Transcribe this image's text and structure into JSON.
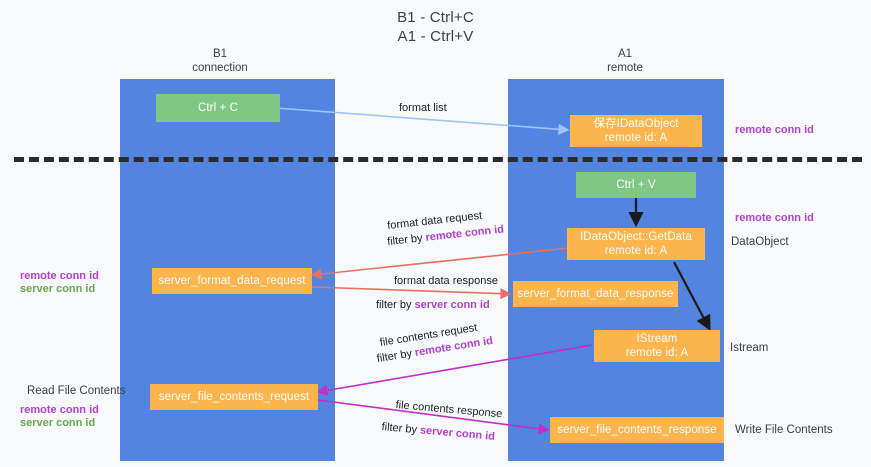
{
  "title": {
    "line1": "B1 - Ctrl+C",
    "line2": "A1 - Ctrl+V"
  },
  "columns": [
    {
      "name": "B1",
      "sub": "connection"
    },
    {
      "name": "A1",
      "sub": "remote"
    }
  ],
  "colors": {
    "lane": "#5284e0",
    "node_orange": "#fcb44d",
    "node_green": "#81c784",
    "arrow_blue": "#9fc5f8",
    "arrow_red": "#e8705f",
    "arrow_magenta": "#c42fc4",
    "arrow_black": "#1a1a1a",
    "accent_purple": "#b33fcf",
    "accent_green": "#6aa84f",
    "divider": "#2b2b2b"
  },
  "nodes": {
    "ctrl_c": {
      "line1": "Ctrl + C",
      "line2": ""
    },
    "ctrl_v": {
      "line1": "Ctrl + V",
      "line2": ""
    },
    "save_dataobject": {
      "line1": "保存IDataObject",
      "line2": "remote id: A"
    },
    "getdata": {
      "line1": "IDataObject::GetData",
      "line2": "remote id: A"
    },
    "istream": {
      "line1": "IStream",
      "line2": "remote id: A"
    },
    "server_format_data_request": {
      "line1": "server_format_data_request",
      "line2": ""
    },
    "server_format_data_response": {
      "line1": "server_format_data_response",
      "line2": ""
    },
    "server_file_contents_request": {
      "line1": "server_file_contents_request",
      "line2": ""
    },
    "server_file_contents_response": {
      "line1": "server_file_contents_response",
      "line2": ""
    }
  },
  "edge_labels": {
    "format_list": "format list",
    "format_data_request": "format data request",
    "format_data_request_filter_prefix": "filter by ",
    "format_data_request_filter_key": "remote conn id",
    "format_data_response": "format data response",
    "format_data_response_filter_prefix": "filter by ",
    "format_data_response_filter_key": "server conn id",
    "file_contents_request": "file contents request",
    "file_contents_request_filter_prefix": "filter by ",
    "file_contents_request_filter_key": "remote conn id",
    "file_contents_response": "file contents response",
    "file_contents_response_filter_prefix": "filter by ",
    "file_contents_response_filter_key": "server conn id"
  },
  "side_labels": {
    "right_top_remote_conn_id": "remote conn id",
    "right_mid_remote_conn_id": "remote conn id",
    "right_dataobject": "DataObject",
    "right_istream": "Istream",
    "right_write_file_contents": "Write File Contents",
    "left_remote_conn_id_1": "remote conn id",
    "left_server_conn_id_1": "server conn id",
    "left_read_file_contents": "Read File Contents",
    "left_remote_conn_id_2": "remote conn id",
    "left_server_conn_id_2": "server conn id"
  }
}
